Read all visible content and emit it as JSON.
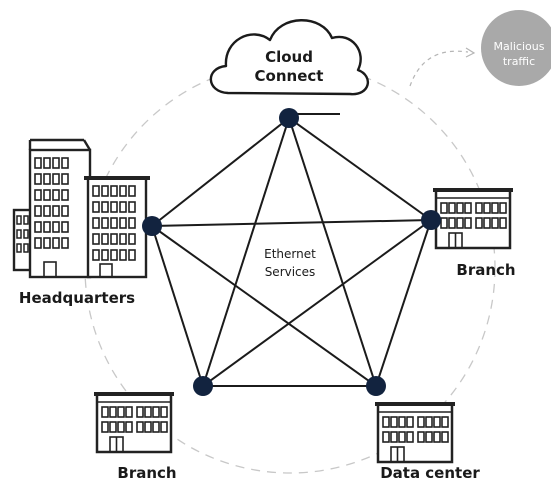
{
  "diagram": {
    "cloud": {
      "line1": "Cloud",
      "line2": "Connect"
    },
    "threat": {
      "line1": "Malicious",
      "line2": "traffic",
      "color": "#a9a9a9"
    },
    "center": {
      "line1": "Ethernet",
      "line2": "Services"
    },
    "sites": {
      "headquarters": "Headquarters",
      "branch_right": "Branch",
      "branch_left": "Branch",
      "data_center": "Data center"
    },
    "colors": {
      "node": "#12233f",
      "line": "#1b1b1b",
      "ring": "#c8c8c8",
      "building": "#222222"
    },
    "links": [
      [
        "cloud",
        "headquarters"
      ],
      [
        "cloud",
        "branch_right"
      ],
      [
        "cloud",
        "branch_left"
      ],
      [
        "cloud",
        "data_center"
      ],
      [
        "headquarters",
        "branch_right"
      ],
      [
        "headquarters",
        "branch_left"
      ],
      [
        "headquarters",
        "data_center"
      ],
      [
        "branch_right",
        "branch_left"
      ],
      [
        "branch_right",
        "data_center"
      ],
      [
        "branch_left",
        "data_center"
      ]
    ]
  }
}
